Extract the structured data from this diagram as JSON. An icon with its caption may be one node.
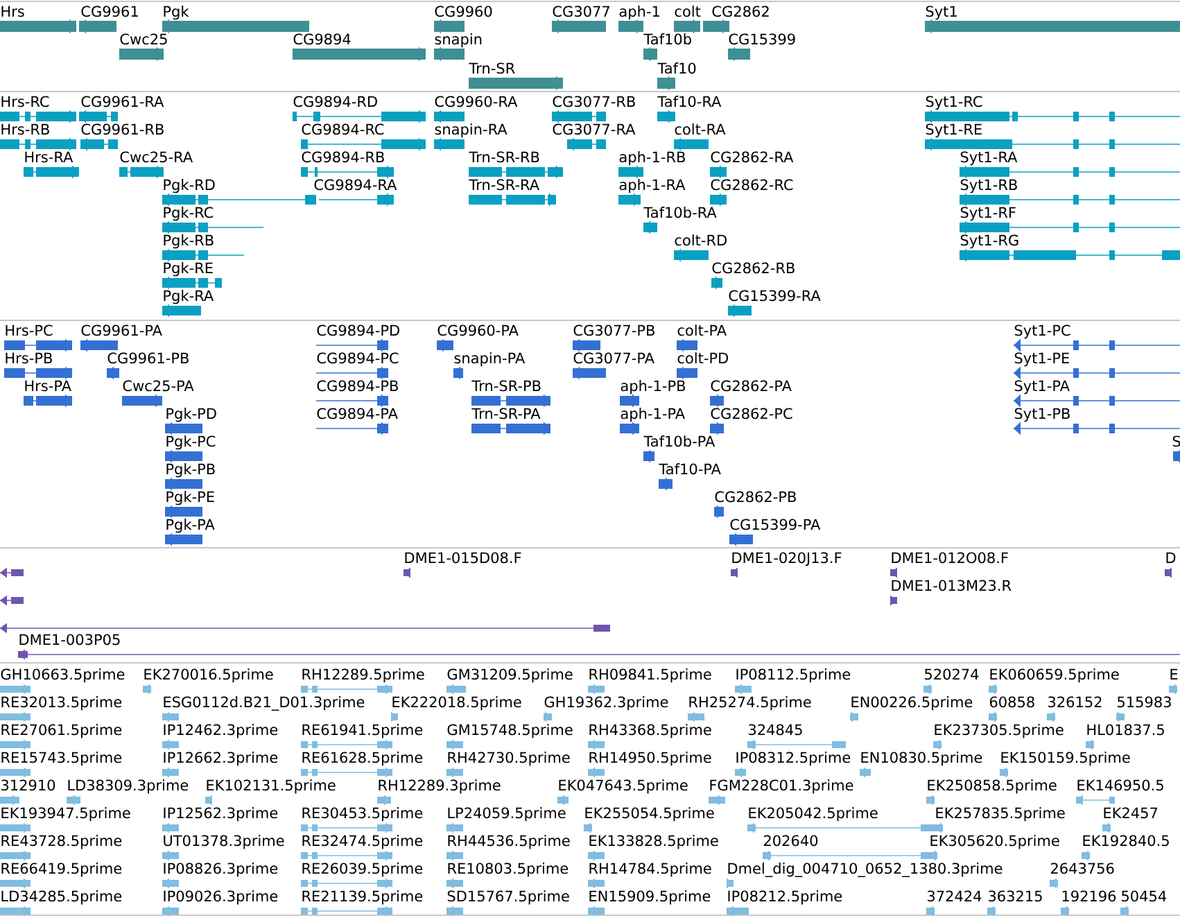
{
  "diagram": {
    "labels": [
      "Hrs",
      "CG9961",
      "Pgk",
      "CG9960",
      "CG3077",
      "aph-1",
      "colt",
      "CG2862",
      "Syt1",
      "Cwc25",
      "CG9894",
      "snapin",
      "Taf10b",
      "CG15399",
      "Trn-SR",
      "Taf10",
      "Hrs-RC",
      "CG9961-RA",
      "CG9894-RD",
      "CG9960-RA",
      "CG3077-RB",
      "Taf10-RA",
      "Syt1-RC",
      "Hrs-RB",
      "CG9961-RB",
      "CG9894-RC",
      "snapin-RA",
      "CG3077-RA",
      "colt-RA",
      "Syt1-RE",
      "Hrs-RA",
      "Cwc25-RA",
      "CG9894-RB",
      "Trn-SR-RB",
      "aph-1-RB",
      "CG2862-RA",
      "Syt1-RA",
      "Pgk-RD",
      "CG9894-RA",
      "Trn-SR-RA",
      "aph-1-RA",
      "CG2862-RC",
      "Syt1-RB",
      "Pgk-RC",
      "Taf10b-RA",
      "Syt1-RF",
      "Pgk-RB",
      "colt-RD",
      "Syt1-RG",
      "Pgk-RE",
      "CG2862-RB",
      "Pgk-RA",
      "CG15399-RA",
      "Hrs-PC",
      "CG9961-PA",
      "CG9894-PD",
      "CG9960-PA",
      "CG3077-PB",
      "colt-PA",
      "Syt1-PC",
      "Hrs-PB",
      "CG9961-PB",
      "CG9894-PC",
      "snapin-PA",
      "CG3077-PA",
      "colt-PD",
      "Syt1-PE",
      "Hrs-PA",
      "Cwc25-PA",
      "CG9894-PB",
      "Trn-SR-PB",
      "aph-1-PB",
      "CG2862-PA",
      "Syt1-PA",
      "Pgk-PD",
      "CG9894-PA",
      "Trn-SR-PA",
      "aph-1-PA",
      "CG2862-PC",
      "Syt1-PB",
      "Pgk-PC",
      "Taf10b-PA",
      "S",
      "Pgk-PB",
      "Taf10-PA",
      "Pgk-PE",
      "CG2862-PB",
      "Pgk-PA",
      "CG15399-PA",
      "DME1-015D08.F",
      "DME1-020J13.F",
      "DME1-012O08.F",
      "D",
      "DME1-013M23.R",
      "DME1-003P05",
      "GH10663.5prime",
      "EK270016.5prime",
      "RH12289.5prime",
      "GM31209.5prime",
      "RH09841.5prime",
      "IP08112.5prime",
      "520274",
      "EK060659.5prime",
      "E",
      "RE32013.5prime",
      "ESG0112d.B21_D01.3prime",
      "EK222018.5prime",
      "GH19362.3prime",
      "RH25274.5prime",
      "EN00226.5prime",
      "60858",
      "326152",
      "515983",
      "RE27061.5prime",
      "IP12462.3prime",
      "RE61941.5prime",
      "GM15748.5prime",
      "RH43368.5prime",
      "324845",
      "EK237305.5prime",
      "HL01837.5",
      "RE15743.5prime",
      "IP12662.3prime",
      "RE61628.5prime",
      "RH42730.5prime",
      "RH14950.5prime",
      "IP08312.5prime",
      "EN10830.5prime",
      "EK150159.5prime",
      "312910",
      "LD38309.3prime",
      "EK102131.5prime",
      "RH12289.3prime",
      "EK047643.5prime",
      "FGM228C01.3prime",
      "EK250858.5prime",
      "EK146950.5",
      "EK193947.5prime",
      "IP12562.3prime",
      "RE30453.5prime",
      "LP24059.5prime",
      "EK255054.5prime",
      "EK205042.5prime",
      "EK257835.5prime",
      "EK2457",
      "RE43728.5prime",
      "UT01378.3prime",
      "RE32474.5prime",
      "RH44536.5prime",
      "EK133828.5prime",
      "202640",
      "EK305620.5prime",
      "EK192840.5",
      "RE66419.5prime",
      "IP08826.3prime",
      "RE26039.5prime",
      "RE10803.5prime",
      "RH14784.5prime",
      "Dmel_dig_004710_0652_1380.3prime",
      "2643756",
      "LD34285.5prime",
      "IP09026.3prime",
      "RE21139.5prime",
      "SD15767.5prime",
      "EN15909.5prime",
      "IP08212.5prime",
      "372424",
      "363215",
      "192196",
      "50454"
    ]
  }
}
